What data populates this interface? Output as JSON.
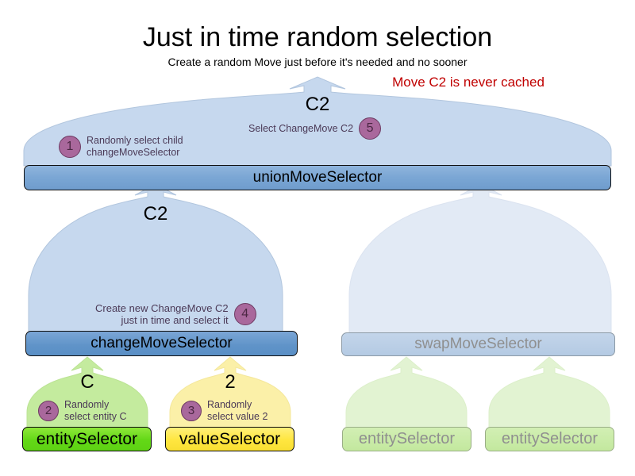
{
  "header": {
    "title": "Just in time random selection",
    "subtitle": "Create a random Move just before it's needed and no sooner",
    "note": "Move C2 is never cached",
    "note_color": "#c00000"
  },
  "colors": {
    "funnel_blue": "#c6d8ee",
    "funnel_blue_faded": "#e2eaf5",
    "funnel_green": "#c4eb9e",
    "funnel_green_faded": "#e2f3d2",
    "funnel_yellow": "#fbf0a8",
    "box_union": "#7aa6d4",
    "box_change": "#5f93c8",
    "box_swap": "#b8cde6",
    "box_entity": "#63d816",
    "box_value": "#ffe63f",
    "box_entity_faded": "#c7e9a6",
    "badge": "#a9689c",
    "badge_border": "#6e3b63",
    "annotation_text": "#4b3a57",
    "faded_text": "#8f8f8f"
  },
  "nodes": {
    "union_move_selector": {
      "label": "unionMoveSelector",
      "state": "active"
    },
    "change_move_selector": {
      "label": "changeMoveSelector",
      "state": "active"
    },
    "swap_move_selector": {
      "label": "swapMoveSelector",
      "state": "faded"
    },
    "entity_selector_main": {
      "label": "entitySelector",
      "state": "active"
    },
    "value_selector_main": {
      "label": "valueSelector",
      "state": "active"
    },
    "entity_selector_faded_1": {
      "label": "entitySelector",
      "state": "faded"
    },
    "entity_selector_faded_2": {
      "label": "entitySelector",
      "state": "faded"
    }
  },
  "funnel_labels": {
    "top_output": "C2",
    "change_output": "C2",
    "entity_output": "C",
    "value_output": "2"
  },
  "annotations": [
    {
      "step": "1",
      "text": "Randomly select child\nchangeMoveSelector"
    },
    {
      "step": "5",
      "text": "Select ChangeMove C2"
    },
    {
      "step": "4",
      "text": "Create new ChangeMove C2\njust in time and select it"
    },
    {
      "step": "2",
      "text": "Randomly\nselect entity C"
    },
    {
      "step": "3",
      "text": "Randomly\nselect value 2"
    }
  ]
}
